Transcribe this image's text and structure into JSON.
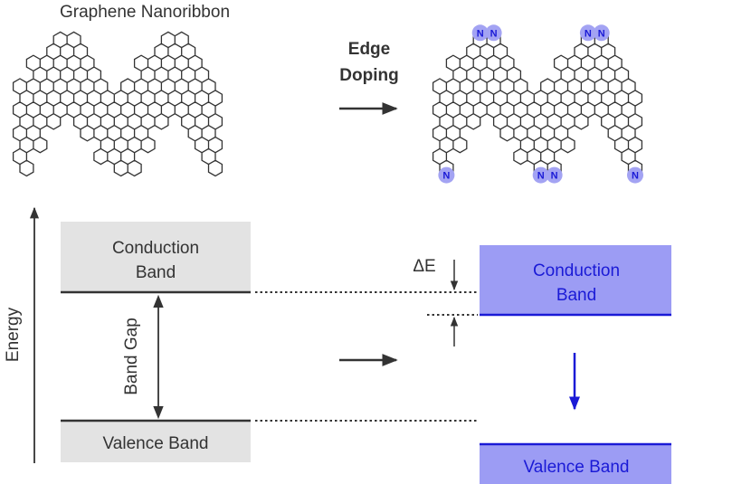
{
  "top": {
    "title": "Graphene Nanoribbon",
    "process_line1": "Edge",
    "process_line2": "Doping",
    "dopant_atom": "N"
  },
  "energy_diagram": {
    "axis_label": "Energy",
    "pristine": {
      "conduction_line1": "Conduction",
      "conduction_line2": "Band",
      "valence": "Valence Band",
      "gap_label": "Band Gap"
    },
    "doped": {
      "conduction_line1": "Conduction",
      "conduction_line2": "Band",
      "valence": "Valence Band",
      "shift_label": "ΔE"
    }
  },
  "colors": {
    "pristine_band_fill": "#e3e3e3",
    "doped_band_fill": "#9c9cf4",
    "doped_edge": "#1a1ad6",
    "dopant_highlight": "#a3a3f3",
    "line": "#333333"
  },
  "icons": {
    "process_arrow": "right-arrow-icon",
    "shift_arrow": "down-arrow-icon"
  }
}
